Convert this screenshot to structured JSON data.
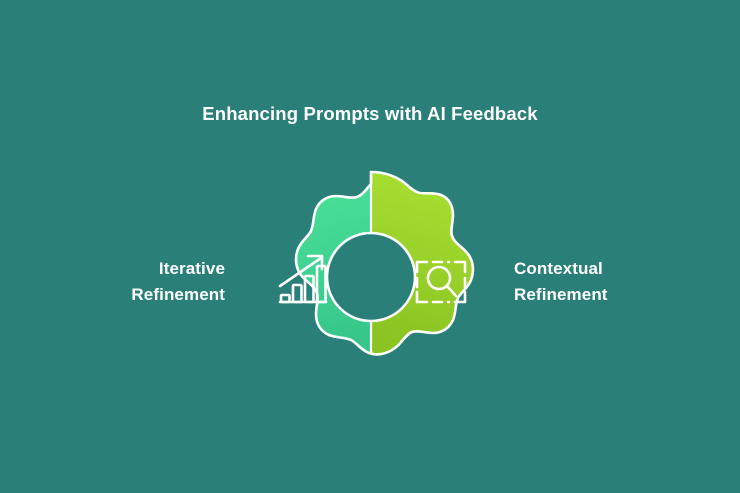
{
  "background_color": "#2a8079",
  "title": "Enhancing Prompts with AI Feedback",
  "left_label": {
    "line1": "Iterative",
    "line2": "Refinement",
    "color": "#ffffff",
    "icon": "bar-chart-growth-icon",
    "half_color_top": "#4ce39a",
    "half_color_bottom": "#35c48a"
  },
  "right_label": {
    "line1": "Contextual",
    "line2": "Refinement",
    "color": "#ffffff",
    "icon": "scan-search-icon",
    "half_color_top": "#a8de33",
    "half_color_bottom": "#8cc424"
  },
  "gear": {
    "outline_color": "#ffffff",
    "hub_color": "#2a8079",
    "divider_color": "#ffffff",
    "teeth": 8
  },
  "chart_data": {
    "type": "bar",
    "categories": [
      "1",
      "2",
      "3",
      "4"
    ],
    "values": [
      1,
      2,
      3,
      4
    ],
    "title": "",
    "xlabel": "",
    "ylabel": "",
    "ylim": [
      0,
      4
    ],
    "annotations": [
      "rising-arrow"
    ]
  }
}
